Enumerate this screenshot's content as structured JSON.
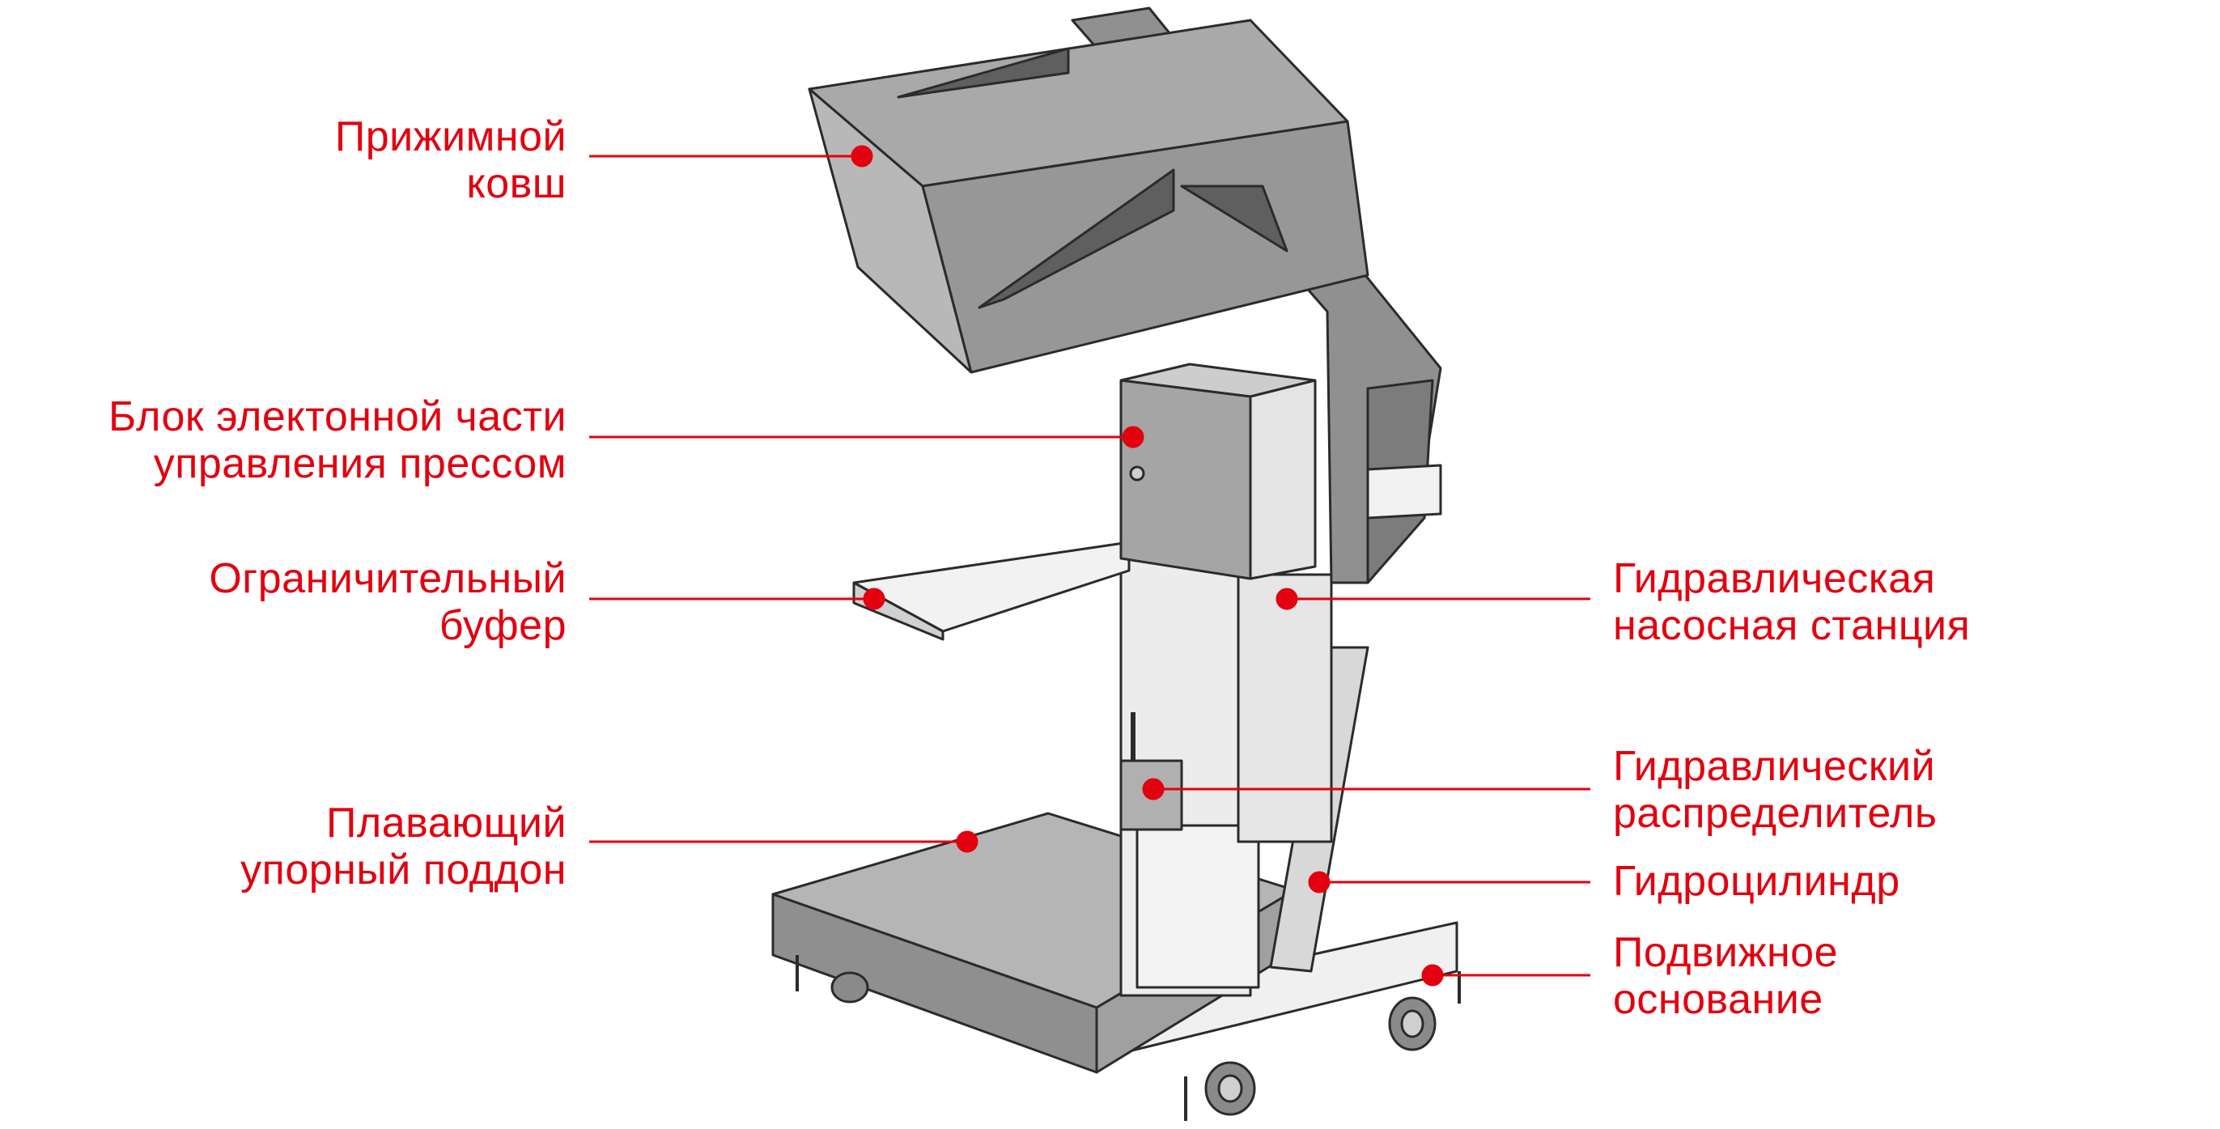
{
  "colors": {
    "accent": "#e3000f",
    "metal_dark": "#8c8c8c",
    "metal_mid": "#a6a6a6",
    "metal_light": "#c8c8c8",
    "panel_white": "#eeeeee",
    "outline": "#2b2b2b"
  },
  "labels": {
    "bucket": [
      "Прижимной",
      "ковш"
    ],
    "control_unit": [
      "Блок электонной части",
      "управления прессом"
    ],
    "buffer": [
      "Ограничительный",
      "буфер"
    ],
    "pallet": [
      "Плавающий",
      "упорный поддон"
    ],
    "pump_station": [
      "Гидравлическая",
      "насосная станция"
    ],
    "distributor": [
      "Гидравлический",
      "распределитель"
    ],
    "cylinder": [
      "Гидроцилиндр"
    ],
    "base": [
      "Подвижное",
      "основание"
    ]
  }
}
